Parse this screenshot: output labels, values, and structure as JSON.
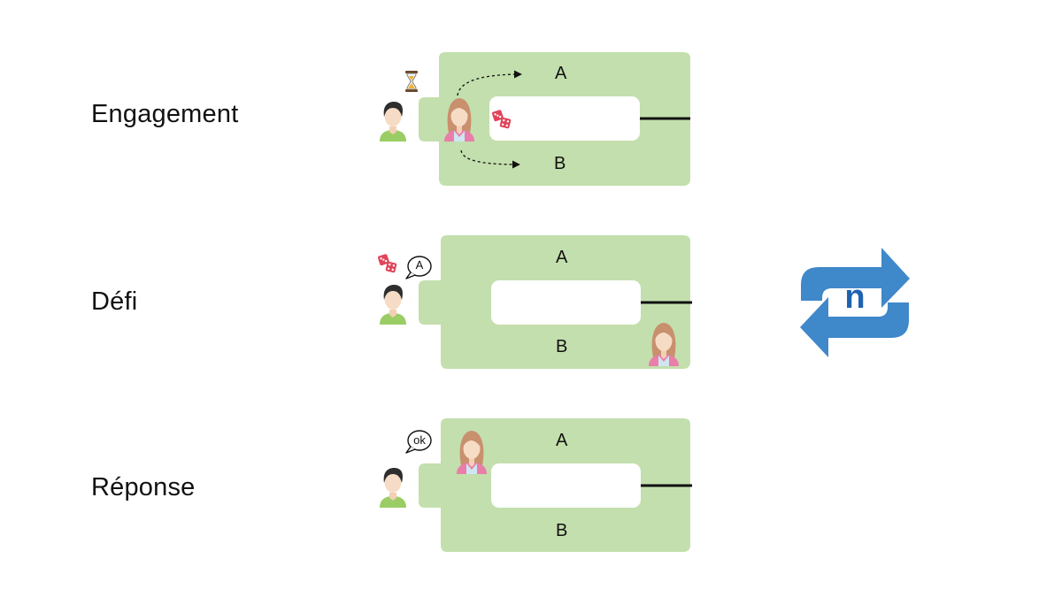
{
  "stages": [
    {
      "label": "Engagement",
      "top_letter": "A",
      "bottom_letter": "B"
    },
    {
      "label": "Défi",
      "top_letter": "A",
      "bottom_letter": "B",
      "bubble": "A"
    },
    {
      "label": "Réponse",
      "top_letter": "A",
      "bottom_letter": "B",
      "bubble": "ok"
    }
  ],
  "repeat_symbol": "n",
  "colors": {
    "panel": "#c3dfad",
    "slot": "#ffffff",
    "arrows": "#3f88c9",
    "dice": "#e0455a"
  },
  "icons": [
    "man-avatar-icon",
    "woman-avatar-icon",
    "hourglass-icon",
    "dice-icon",
    "speech-bubble-icon",
    "repeat-arrows-icon",
    "dashed-arrow-icon"
  ]
}
